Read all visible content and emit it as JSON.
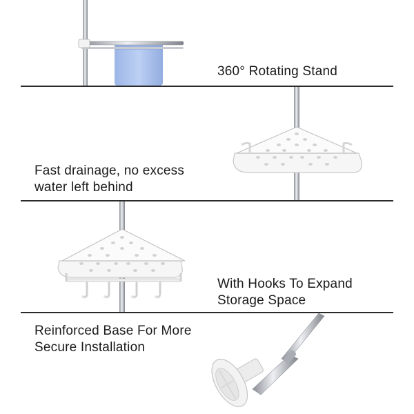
{
  "panels": [
    {
      "caption": [
        "360° Rotating Stand"
      ]
    },
    {
      "caption": [
        "Fast drainage, no excess",
        "water left behind"
      ]
    },
    {
      "caption": [
        "With Hooks To Expand",
        "Storage Space"
      ]
    },
    {
      "caption": [
        "Reinforced Base For More",
        "Secure Installation"
      ]
    }
  ],
  "colors": {
    "divider": "#2a2a2a",
    "caption_text": "#1a1a1a",
    "pole_chrome": "#b9bcc2",
    "towel_blue": "#a9c2ee",
    "shelf_white": "#f6f6f6",
    "shelf_outline": "#c9c9c9"
  }
}
